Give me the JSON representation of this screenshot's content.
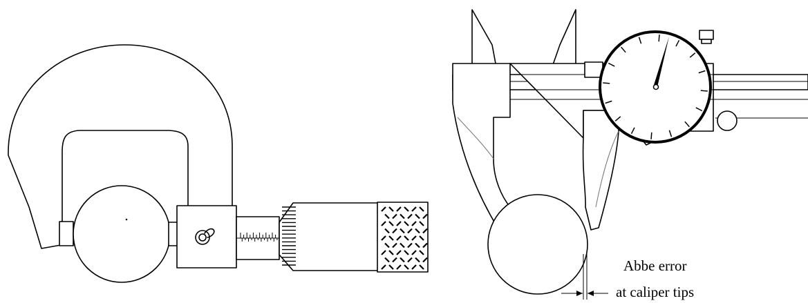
{
  "figure": {
    "left_panel": {
      "name": "micrometer measuring a ball"
    },
    "right_panel": {
      "name": "dial caliper measuring a ball",
      "dial_tick_count": 16
    },
    "annotation": {
      "line1": "Abbe error",
      "line2": "at caliper tips"
    }
  }
}
